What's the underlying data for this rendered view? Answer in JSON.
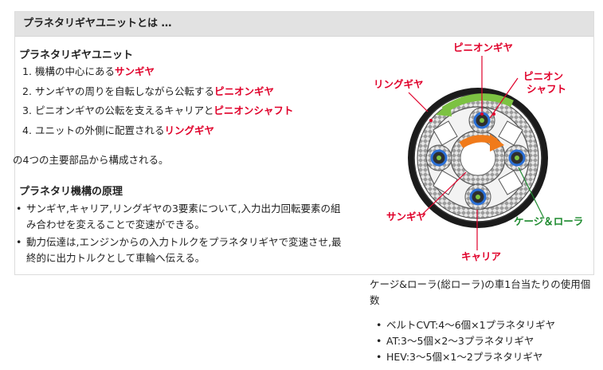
{
  "panel": {
    "title": "プラネタリギヤユニットとは …"
  },
  "unit": {
    "heading": "プラネタリギヤユニット",
    "items": [
      {
        "num": "1.",
        "pre": "機構の中心にある",
        "hl": "サンギヤ"
      },
      {
        "num": "2.",
        "pre": "サンギヤの周りを自転しながら公転する",
        "hl": "ピニオンギヤ"
      },
      {
        "num": "3.",
        "pre": "ピニオンギヤの公転を支えるキャリアと",
        "hl": "ピニオンシャフト"
      },
      {
        "num": "4.",
        "pre": "ユニットの外側に配置される",
        "hl": "リングギヤ"
      }
    ],
    "summary": "の4つの主要部品から構成される。"
  },
  "principle": {
    "heading": "プラネタリ機構の原理",
    "bullets": [
      "サンギヤ,キャリア,リングギヤの3要素について,入力出力回転要素の組み合わせを変えることで変速ができる。",
      "動力伝達は,エンジンからの入力トルクをプラネタリギヤで変速させ,最終的に出力トルクとして車輪へ伝える。"
    ]
  },
  "diagram": {
    "labels": {
      "pinion_gear": "ピニオンギヤ",
      "ring_gear": "リングギヤ",
      "pinion_shaft_1": "ピニオン",
      "pinion_shaft_2": "シャフト",
      "sun_gear": "サンギヤ",
      "cage_roller": "ケージ＆ローラ",
      "carrier": "キャリア"
    },
    "colors": {
      "label_red": "#e0002a",
      "label_green": "#1d8a2e",
      "arrow_orange": "#f07a1a",
      "arrow_green": "#7cc242",
      "bearing_blue": "#2a6fd6"
    }
  },
  "caption": "ケージ&ローラ(総ローラ)の車1台当たりの使用個数",
  "usage": [
    "ベルトCVT:4〜6個×1プラネタリギヤ",
    "AT:3〜5個×2〜3プラネタリギヤ",
    "HEV:3〜5個×1〜2プラネタリギヤ"
  ]
}
